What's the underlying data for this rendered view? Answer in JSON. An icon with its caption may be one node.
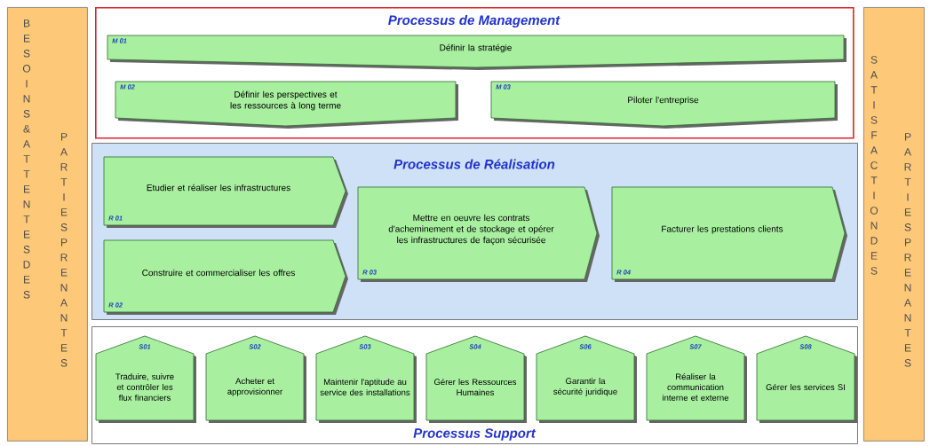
{
  "diagram": {
    "nodes": [
      {
        "text": [
          "BESOINS & ATTENTES DES",
          "PARTIES PRENANTES"
        ]
      },
      {
        "text": [
          "SATISFACTION DES",
          "PARTIES PRENANTES"
        ]
      },
      {
        "text": [
          "Processus de Management"
        ]
      },
      {
        "text": [
          "M 01",
          "Définir la stratégie"
        ],
        "in": 2
      },
      {
        "text": [
          "M 02",
          "Définir les perspectives et les ressources à long terme"
        ],
        "in": 2
      },
      {
        "text": [
          "M 03",
          "Piloter l'entreprise"
        ],
        "in": 2
      },
      {
        "text": [
          "Processus de Réalisation"
        ]
      },
      {
        "text": [
          "Etudier et réaliser les infrastructures",
          "R 01"
        ],
        "in": 6
      },
      {
        "text": [
          "Construire et commercialiser les offres",
          "R 02"
        ],
        "in": 6
      },
      {
        "text": [
          "Mettre en oeuvre les contrats d'acheminement et de stockage et opérer les infrastructures de façon sécurisée",
          "R 03"
        ],
        "in": 6
      },
      {
        "text": [
          "Facturer les prestations clients",
          "R 04"
        ],
        "in": 6
      },
      {
        "text": [
          "Processus Support"
        ]
      },
      {
        "text": [
          "S01",
          "Traduire, suivre et contrôler les flux financiers"
        ],
        "in": 11
      },
      {
        "text": [
          "S02",
          "Acheter et approvisionner"
        ],
        "in": 11
      },
      {
        "text": [
          "S03",
          "Maintenir l'aptitude au service des installations"
        ],
        "in": 11
      },
      {
        "text": [
          "S04",
          "Gérer les Ressources Humaines"
        ],
        "in": 11
      },
      {
        "text": [
          "S06",
          "Garantir la sécurité juridique"
        ],
        "in": 11
      },
      {
        "text": [
          "S07",
          "Réaliser la communication interne et externe"
        ],
        "in": 11
      },
      {
        "text": [
          "S08",
          "Gérer les services SI"
        ],
        "in": 11
      }
    ]
  }
}
